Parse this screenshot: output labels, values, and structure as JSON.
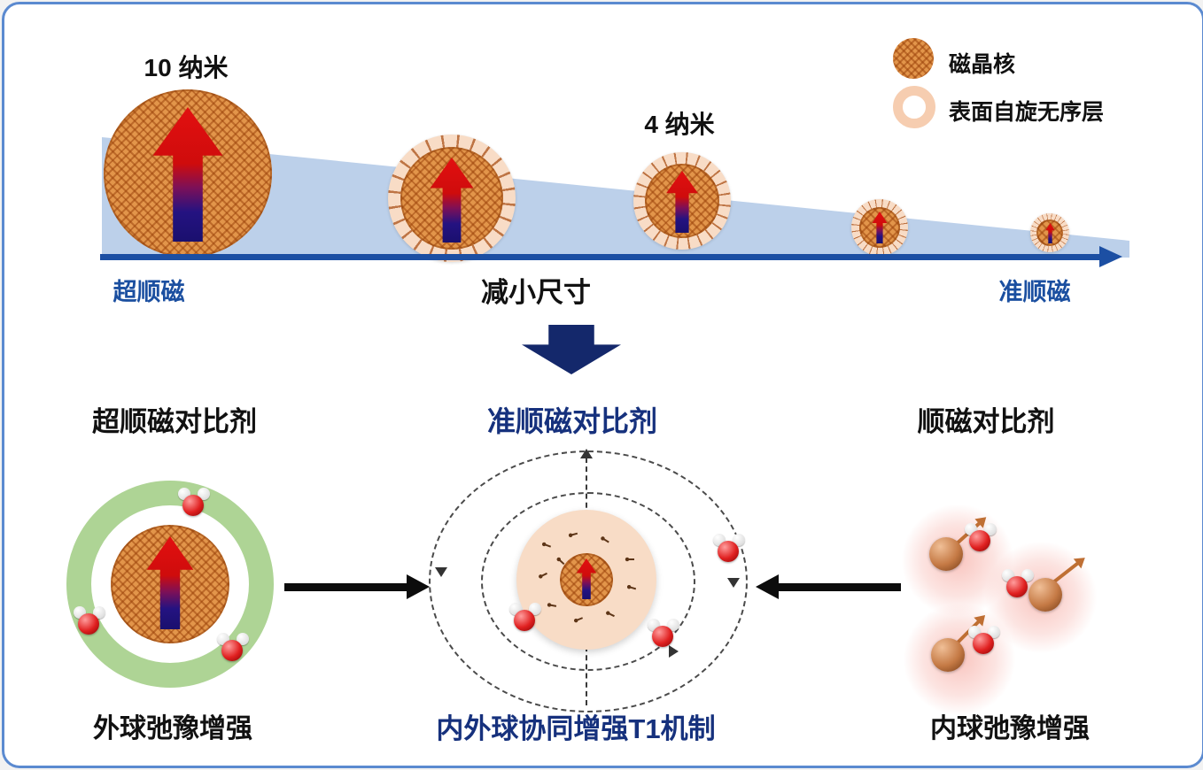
{
  "colors": {
    "border_blue": "#5b8ad0",
    "navy": "#16317d",
    "label_blue": "#1b4fa0",
    "core_orange": "#e2954a",
    "shell_peach": "#f8dcc6",
    "outer_sphere_green": "#aed495",
    "arrow_red": "#d81616",
    "arrow_navy": "#1a106e",
    "wedge_blue": "#bcd0ea",
    "black": "#111111"
  },
  "legend": {
    "core_label": "磁晶核",
    "shell_label": "表面自旋无序层"
  },
  "top": {
    "size_large": "10 纳米",
    "size_small": "4 纳米",
    "axis_left": "超顺磁",
    "axis_center": "减小尺寸",
    "axis_right": "准顺磁"
  },
  "bottom": {
    "left_title": "超顺磁对比剂",
    "center_title": "准顺磁对比剂",
    "right_title": "顺磁对比剂",
    "left_caption": "外球弛豫增强",
    "center_caption": "内外球协同增强T1机制",
    "right_caption": "内球弛豫增强"
  }
}
